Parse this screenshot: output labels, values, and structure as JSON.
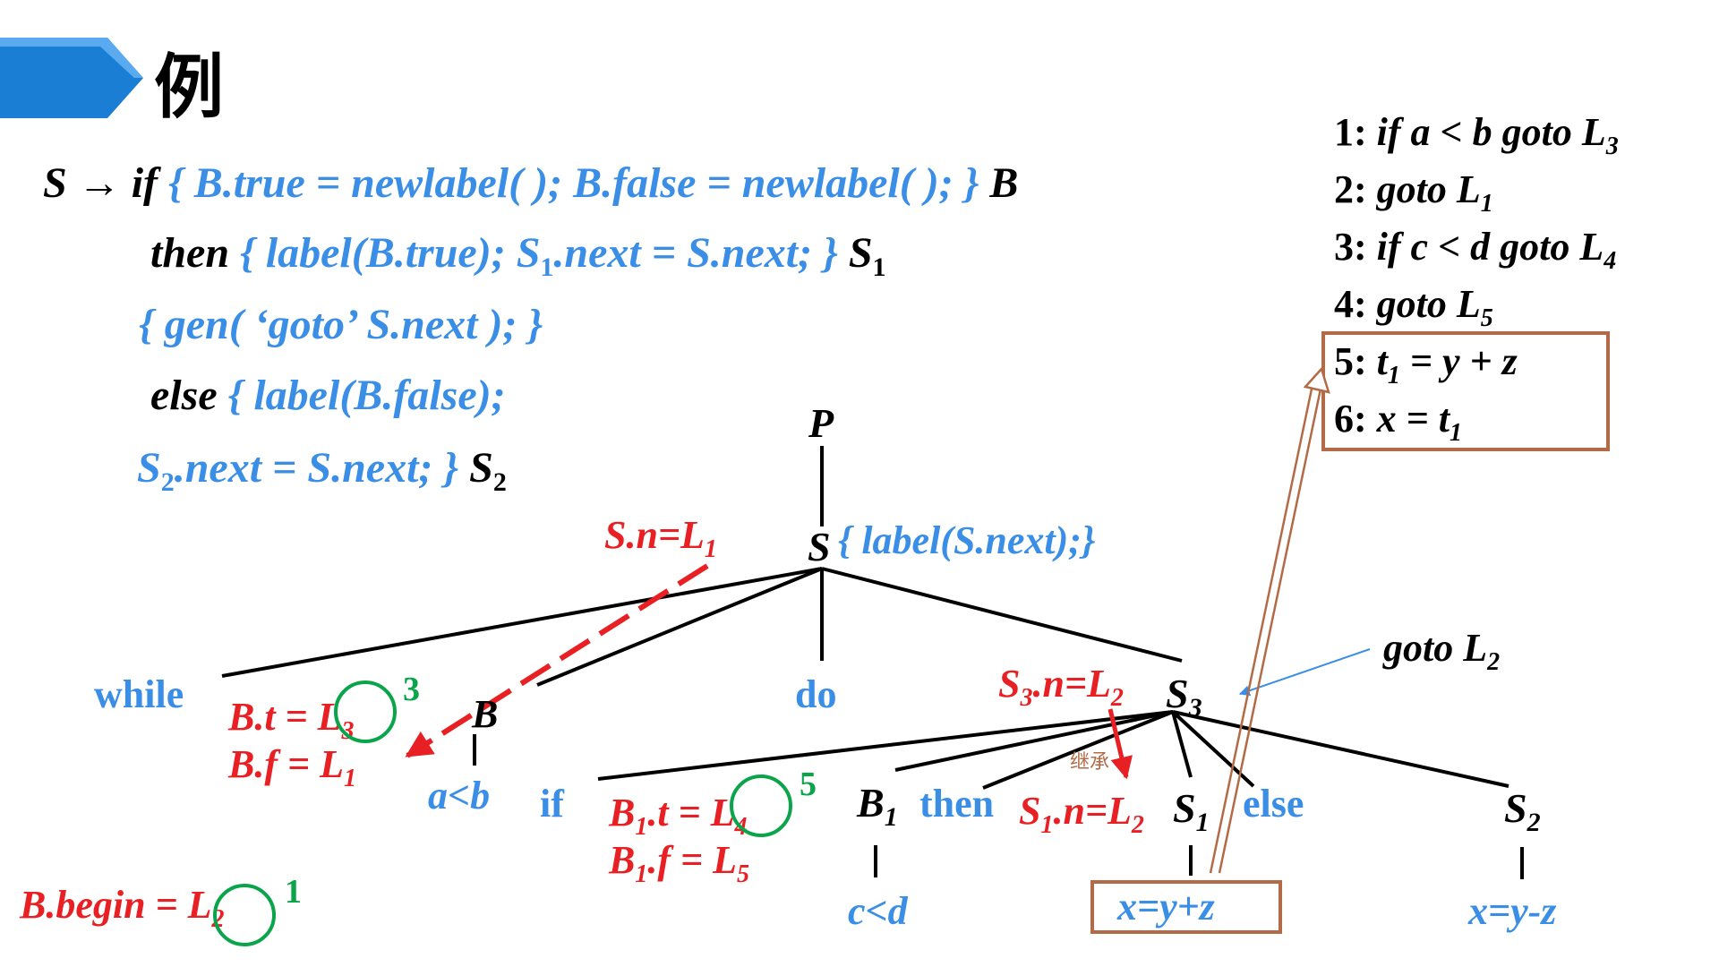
{
  "title": "例",
  "colors": {
    "black": "#000000",
    "blue": "#3a8ee6",
    "red": "#e81f23",
    "green": "#0aa44a",
    "brown": "#b36b47",
    "banner_blue": "#1a7fd4"
  },
  "rule": {
    "line1": {
      "head": "S",
      "arrow": "→",
      "if_kw": "if",
      "action": "{ B.true = newlabel( ); B.false = newlabel( ); }",
      "sym": "B"
    },
    "line2": {
      "then_kw": "then",
      "action_a": "{ label(B.true); S",
      "action_sub": "1",
      "action_b": ".next = S.next; }",
      "sym": "S",
      "sym_sub": "1"
    },
    "line3": {
      "action": "{ gen( ‘goto’ S.next ); }"
    },
    "line4": {
      "else_kw": "else",
      "action": "{ label(B.false);"
    },
    "line5": {
      "action_a": "S",
      "action_sub": "2",
      "action_b": ".next = S.next; }",
      "sym": "S",
      "sym_sub": "2"
    }
  },
  "code": [
    {
      "num": "1:",
      "text_a": " if a < b  goto L",
      "sub": "3",
      "text_b": ""
    },
    {
      "num": "2:",
      "text_a": " goto L",
      "sub": "1",
      "text_b": ""
    },
    {
      "num": "3:",
      "text_a": " if c < d  goto L",
      "sub": "4",
      "text_b": ""
    },
    {
      "num": "4:",
      "text_a": " goto L",
      "sub": "5",
      "text_b": ""
    },
    {
      "num": "5:",
      "text_a": " t",
      "sub": "1",
      "text_b": " = y + z"
    },
    {
      "num": "6:",
      "text_a": " x = t",
      "sub": "1",
      "text_b": ""
    }
  ],
  "tree": {
    "root": "P",
    "s_node": "S",
    "s_action": "{ label(S.next);}",
    "s_n": {
      "text": "S.n=L",
      "sub": "1"
    },
    "while": "while",
    "b_node": "B",
    "do": "do",
    "s3": {
      "text": "S",
      "sub": "3"
    },
    "s3_n": {
      "text_a": "S",
      "sub_a": "3",
      "text_b": ".n=L",
      "sub_b": "2"
    },
    "goto_l2": {
      "text": "goto L",
      "sub": "2"
    },
    "bt": {
      "text": "B.t = L",
      "sub": "3"
    },
    "bf": {
      "text": "B.f = L",
      "sub": "1"
    },
    "ab": "a<b",
    "if": "if",
    "b1": {
      "text": "B",
      "sub": "1"
    },
    "then": "then",
    "s1_n": {
      "text_a": "S",
      "sub_a": "1",
      "text_b": ".n=L",
      "sub_b": "2"
    },
    "s1": {
      "text": "S",
      "sub": "1"
    },
    "else": "else",
    "s2": {
      "text": "S",
      "sub": "2"
    },
    "b1t": {
      "text_a": "B",
      "sub_a": "1",
      "text_b": ".t = L",
      "sub_b": "4"
    },
    "b1f": {
      "text_a": "B",
      "sub_a": "1",
      "text_b": ".f = L",
      "sub_b": "5"
    },
    "cd": "c<d",
    "xyz": "x=y+z",
    "xymz": "x=y-z",
    "inherit": "继承",
    "begin": {
      "text": "B.begin = L",
      "sub": "2"
    }
  },
  "steps": {
    "one": "1",
    "three": "3",
    "five": "5"
  }
}
